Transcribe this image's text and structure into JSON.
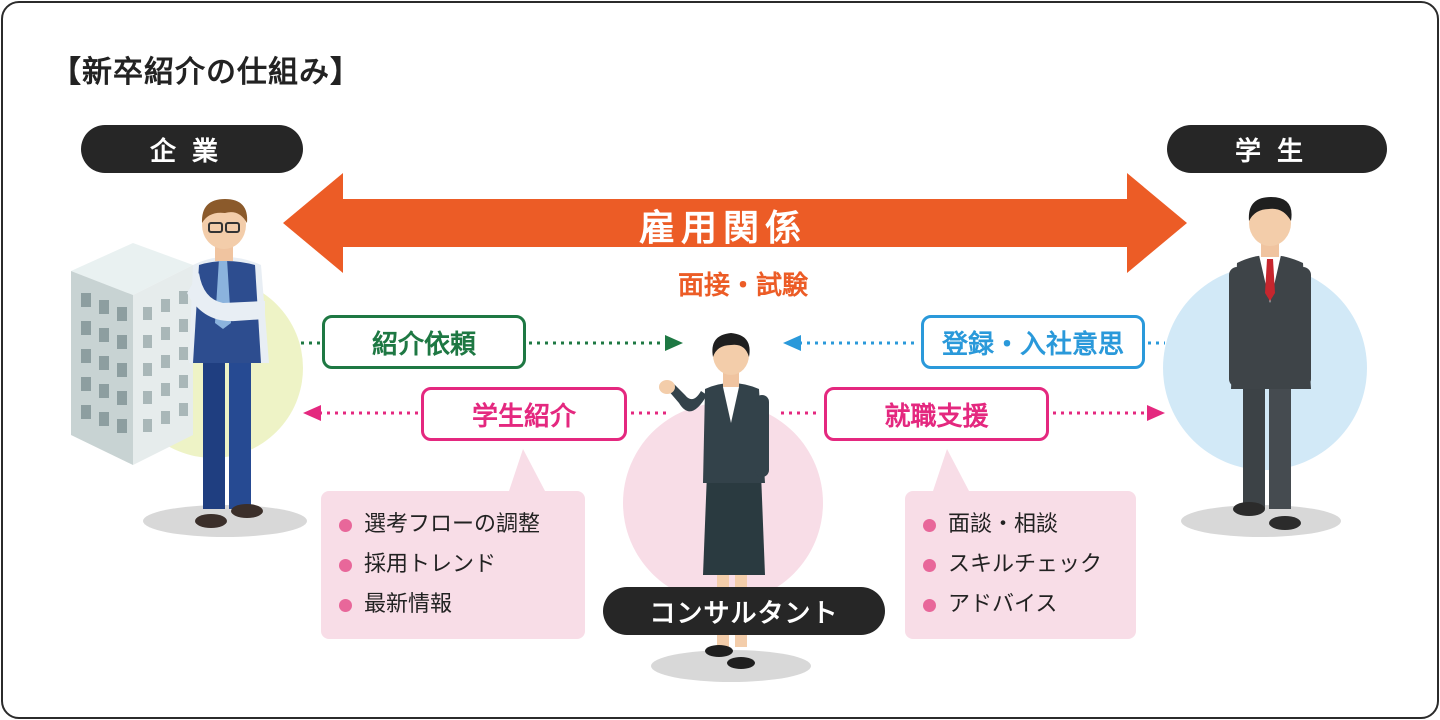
{
  "title": "【新卒紹介の仕組み】",
  "labels": {
    "company": "企業",
    "student": "学生",
    "consultant": "コンサルタント"
  },
  "relationship": {
    "main": "雇用関係",
    "sub": "面接・試験"
  },
  "flows": {
    "company_to_consultant": "紹介依頼",
    "student_to_consultant": "登録・入社意思",
    "consultant_to_company": "学生紹介",
    "consultant_to_student": "就職支援"
  },
  "company_services": [
    "選考フローの調整",
    "採用トレンド",
    "最新情報"
  ],
  "student_services": [
    "面談・相談",
    "スキルチェック",
    "アドバイス"
  ],
  "colors": {
    "orange": "#ec5c26",
    "green": "#1e7843",
    "blue": "#2a99da",
    "pink": "#e4287f",
    "bubble": "#f8dde7",
    "dark": "#262626"
  }
}
